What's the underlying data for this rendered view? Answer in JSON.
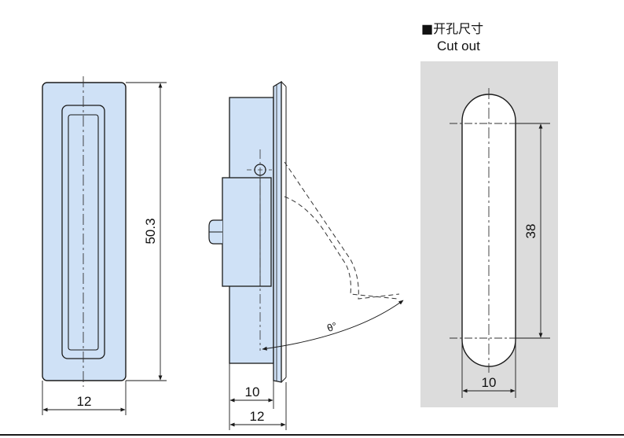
{
  "caption": {
    "chinese": "■开孔尺寸",
    "english": "Cut out"
  },
  "dimensions": {
    "front_width": "12",
    "front_height": "50.3",
    "side_depth_inner": "10",
    "side_depth_outer": "12",
    "cutout_width": "10",
    "cutout_length": "38",
    "angle": "θ°"
  },
  "colors": {
    "part_fill": "#cfe1f6",
    "cutout_panel": "#dcdcdc",
    "line": "#1a1a1a"
  }
}
